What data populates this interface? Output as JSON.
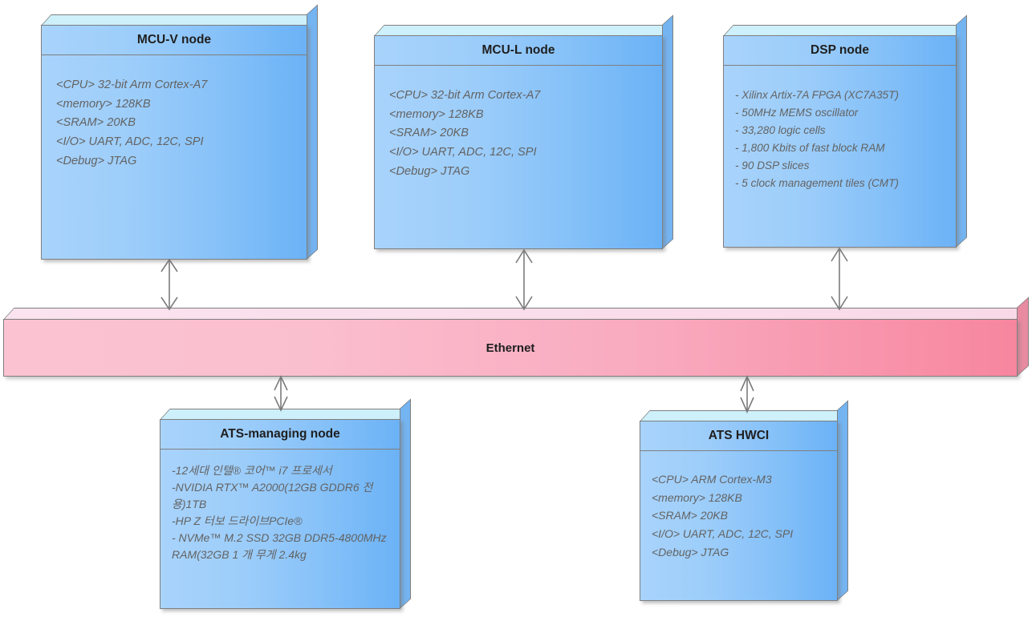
{
  "diagram": {
    "title": "System architecture block diagram",
    "bus": {
      "label": "Ethernet",
      "color": "#f9a9be"
    },
    "node_color": "#8cc6f8",
    "nodes": [
      {
        "id": "mcu-v",
        "title": "MCU-V node",
        "lines": [
          "<CPU> 32-bit Arm Cortex-A7",
          "<memory> 128KB",
          "<SRAM> 20KB",
          "<I/O> UART, ADC, 12C, SPI",
          "<Debug> JTAG"
        ]
      },
      {
        "id": "mcu-l",
        "title": "MCU-L node",
        "lines": [
          "<CPU> 32-bit Arm Cortex-A7",
          "<memory> 128KB",
          "<SRAM> 20KB",
          "<I/O> UART, ADC, 12C, SPI",
          "<Debug> JTAG"
        ]
      },
      {
        "id": "dsp",
        "title": "DSP node",
        "lines": [
          "- Xilinx Artix-7A FPGA (XC7A35T)",
          "- 50MHz MEMS oscillator",
          "- 33,280 logic cells",
          "- 1,800 Kbits of fast block RAM",
          "- 90 DSP slices",
          "- 5 clock management tiles (CMT)"
        ]
      },
      {
        "id": "ats-managing",
        "title": "ATS-managing node",
        "lines": [
          "-12세대 인텔® 코어™ i7 프로세서",
          "-NVIDIA RTX™ A2000(12GB GDDR6 전용)1TB",
          "-HP Z 터보 드라이브PCIe®",
          "- NVMe™ M.2 SSD 32GB DDR5-4800MHz RAM(32GB 1 개 무게 2.4kg"
        ]
      },
      {
        "id": "ats-hwci",
        "title": "ATS HWCI",
        "lines": [
          "<CPU> ARM Cortex-M3",
          "<memory> 128KB",
          "<SRAM> 20KB",
          "<I/O> UART, ADC, 12C, SPI",
          "<Debug> JTAG"
        ]
      }
    ],
    "connectors": [
      {
        "from": "mcu-v",
        "to": "bus",
        "type": "double-arrow"
      },
      {
        "from": "mcu-l",
        "to": "bus",
        "type": "double-arrow"
      },
      {
        "from": "dsp",
        "to": "bus",
        "type": "double-arrow"
      },
      {
        "from": "bus",
        "to": "ats-managing",
        "type": "double-arrow"
      },
      {
        "from": "bus",
        "to": "ats-hwci",
        "type": "double-arrow"
      }
    ]
  }
}
